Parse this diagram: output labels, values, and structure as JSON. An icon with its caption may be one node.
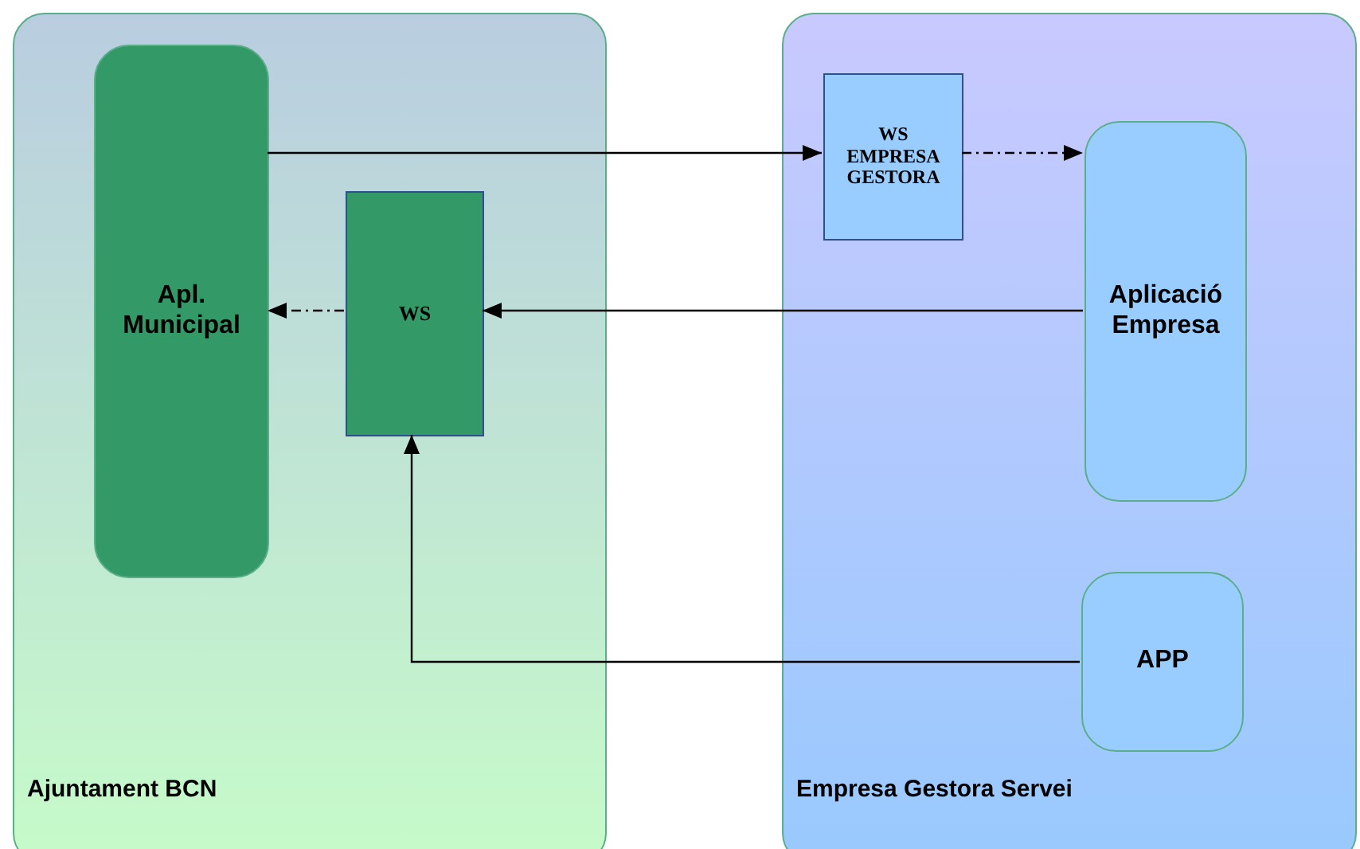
{
  "diagram": {
    "nodes": [
      {
        "text": [
          "Ajuntament BCN"
        ]
      },
      {
        "text": [
          "Apl. Municipal"
        ],
        "in": 0
      },
      {
        "text": [
          "WS"
        ],
        "in": 0
      },
      {
        "text": [
          "Empresa Gestora Servei"
        ]
      },
      {
        "text": [
          "WS EMPRESA GESTORA"
        ],
        "in": 3
      },
      {
        "text": [
          "Aplicació Empresa"
        ],
        "in": 3
      },
      {
        "text": [
          "APP"
        ],
        "in": 3
      }
    ],
    "edges": [
      {
        "from": 1,
        "to": 4,
        "arrow": "to"
      },
      {
        "from": 4,
        "to": 5,
        "arrow": "to",
        "style": "dashed"
      },
      {
        "from": 5,
        "to": 2,
        "arrow": "to"
      },
      {
        "from": 2,
        "to": 1,
        "arrow": "to",
        "style": "dashed"
      },
      {
        "from": 6,
        "to": 2,
        "arrow": "to"
      }
    ]
  }
}
